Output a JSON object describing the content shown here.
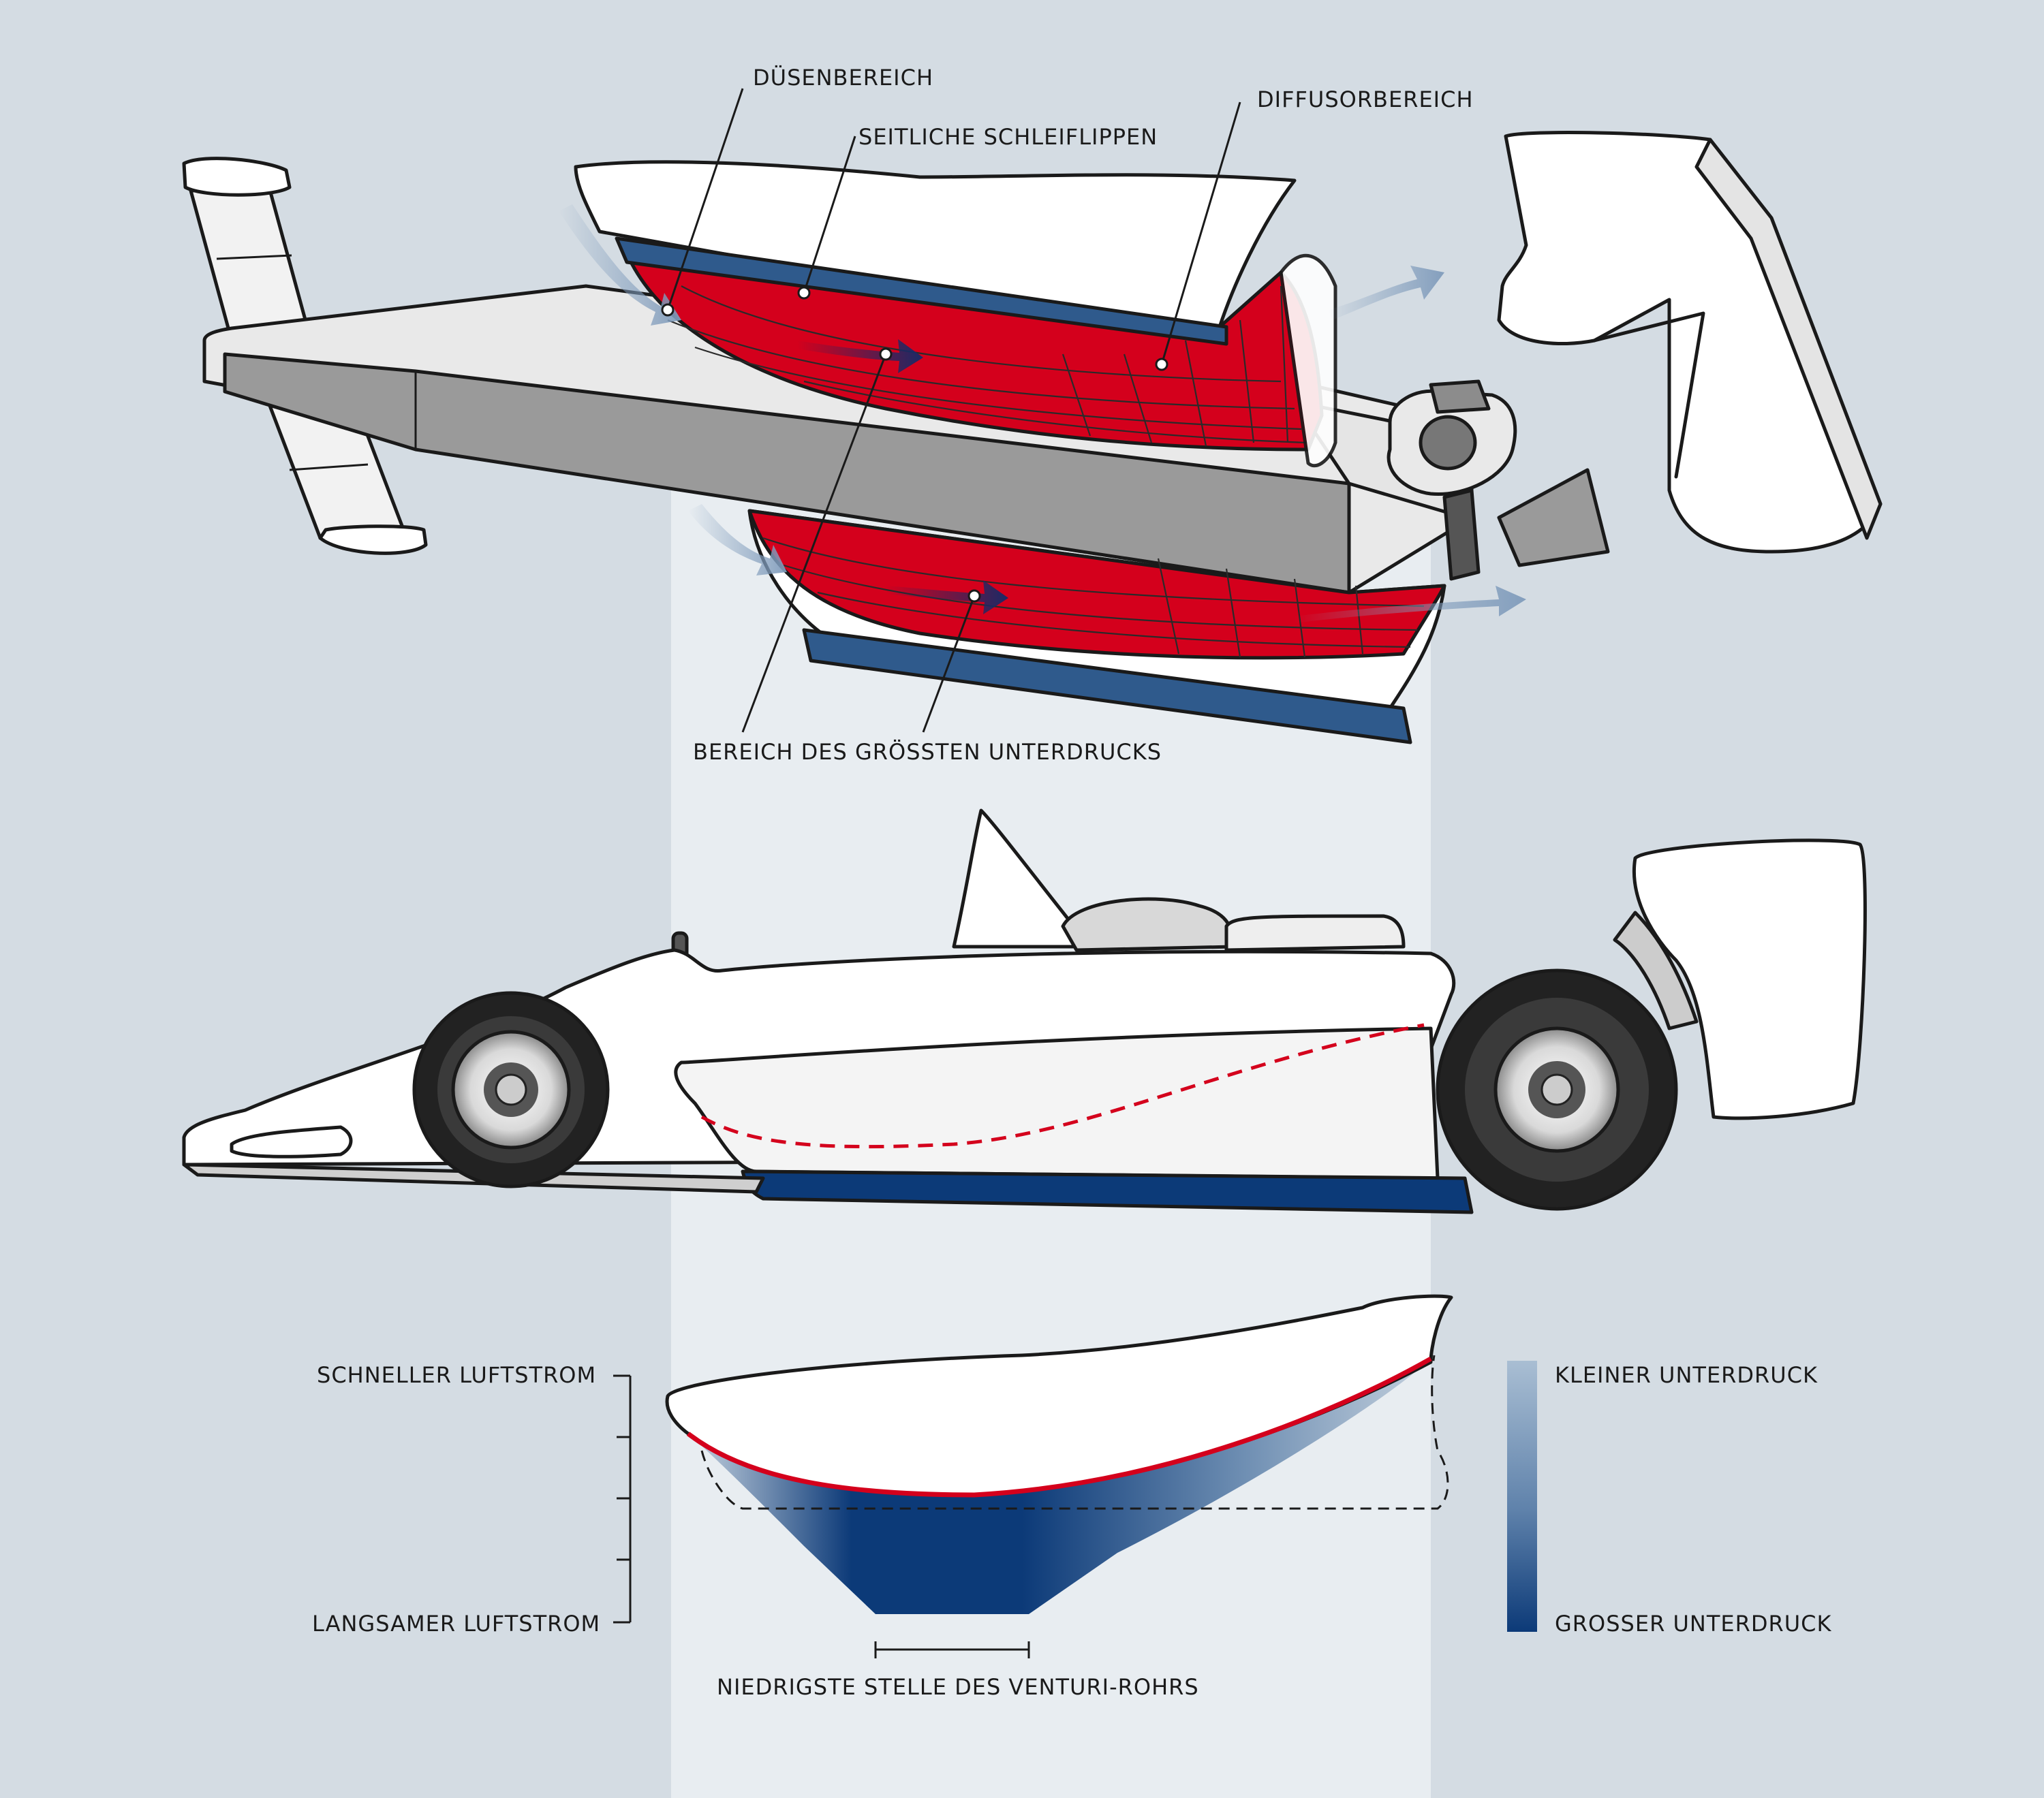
{
  "labels": {
    "nozzle": "DÜSENBEREICH",
    "side_skirts": "SEITLICHE SCHLEIFLIPPEN",
    "diffuser": "DIFFUSORBEREICH",
    "max_low_pressure": "BEREICH DES GRÖSSTEN UNTERDRUCKS",
    "fast_airflow": "SCHNELLER LUFTSTROM",
    "slow_airflow": "LANGSAMER LUFTSTROM",
    "small_low_pressure": "KLEINER UNTERDRUCK",
    "large_low_pressure": "GROSSER UNTERDRUCK",
    "venturi_throat": "NIEDRIGSTE STELLE DES VENTURI-ROHRS"
  },
  "colors": {
    "background": "#d4dce3",
    "center_band": "#e8edf1",
    "low_pressure_red": "#d4001c",
    "skirt_blue": "#2f5a8c",
    "deep_blue": "#0c3a78",
    "body_white": "#ffffff",
    "body_gray": "#9a9a9a"
  }
}
